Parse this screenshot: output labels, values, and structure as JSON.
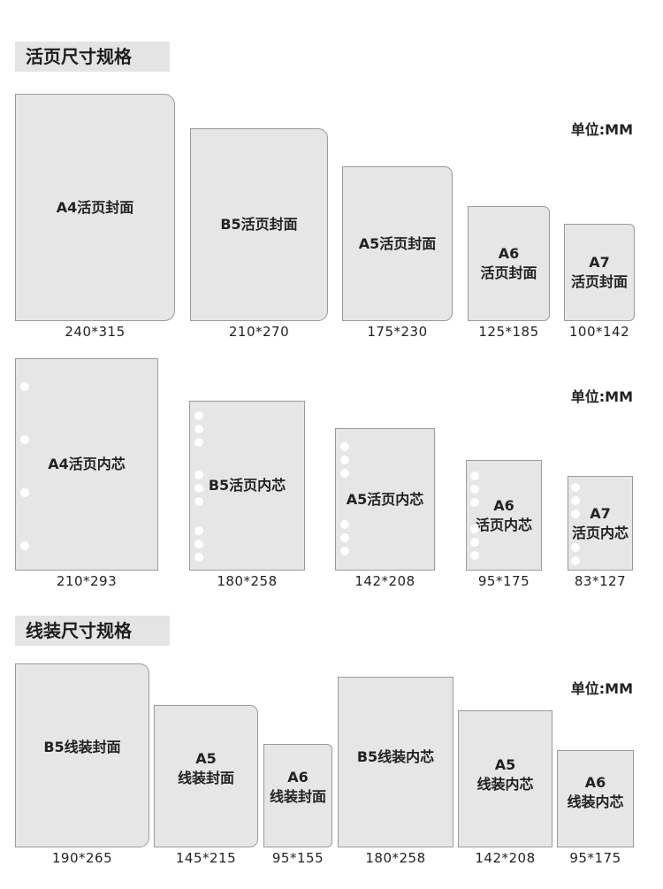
{
  "sections": {
    "loose_leaf_title": "活页尺寸规格",
    "thread_bound_title": "线装尺寸规格"
  },
  "unit_label": "单位:MM",
  "loose_leaf_covers": [
    {
      "label_1": "A4活页封面",
      "label_2": "",
      "size": "240*315"
    },
    {
      "label_1": "B5活页封面",
      "label_2": "",
      "size": "210*270"
    },
    {
      "label_1": "A5活页封面",
      "label_2": "",
      "size": "175*230"
    },
    {
      "label_1": "A6",
      "label_2": "活页封面",
      "size": "125*185"
    },
    {
      "label_1": "A7",
      "label_2": "活页封面",
      "size": "100*142"
    }
  ],
  "loose_leaf_inserts": [
    {
      "label_1": "A4活页内芯",
      "label_2": "",
      "size": "210*293"
    },
    {
      "label_1": "B5活页内芯",
      "label_2": "",
      "size": "180*258"
    },
    {
      "label_1": "A5活页内芯",
      "label_2": "",
      "size": "142*208"
    },
    {
      "label_1": "A6",
      "label_2": "活页内芯",
      "size": "95*175"
    },
    {
      "label_1": "A7",
      "label_2": "活页内芯",
      "size": "83*127"
    }
  ],
  "thread_bound": [
    {
      "label_1": "B5线装封面",
      "label_2": "",
      "size": "190*265"
    },
    {
      "label_1": "A5",
      "label_2": "线装封面",
      "size": "145*215"
    },
    {
      "label_1": "A6",
      "label_2": "线装封面",
      "size": "95*155"
    },
    {
      "label_1": "B5线装内芯",
      "label_2": "",
      "size": "180*258"
    },
    {
      "label_1": "A5",
      "label_2": "线装内芯",
      "size": "142*208"
    },
    {
      "label_1": "A6",
      "label_2": "线装内芯",
      "size": "95*175"
    }
  ]
}
